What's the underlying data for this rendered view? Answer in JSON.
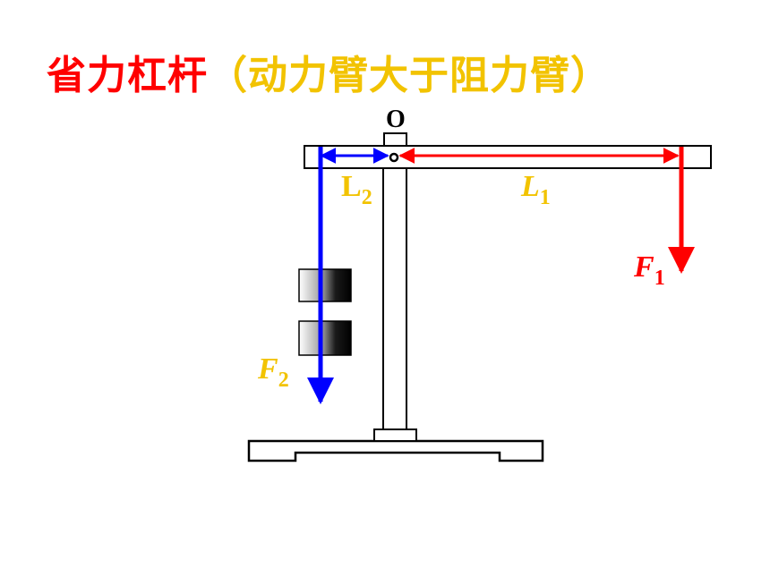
{
  "title": {
    "main": "省力杠杆",
    "paren": "（动力臂大于阻力臂）"
  },
  "labels": {
    "fulcrum": "O",
    "l1_letter": "L",
    "l1_sub": "1",
    "l2_letter": "L",
    "l2_sub": "2",
    "f1_letter": "F",
    "f1_sub": "1",
    "f2_letter": "F",
    "f2_sub": "2"
  },
  "colors": {
    "title_main": "#ff0000",
    "title_paren": "#f2c300",
    "force1": "#ff0000",
    "force2": "#0000ff",
    "arm1": "#ff0000",
    "arm2": "#0000ff",
    "label_gold": "#f2c300",
    "label_red": "#ff0000"
  }
}
